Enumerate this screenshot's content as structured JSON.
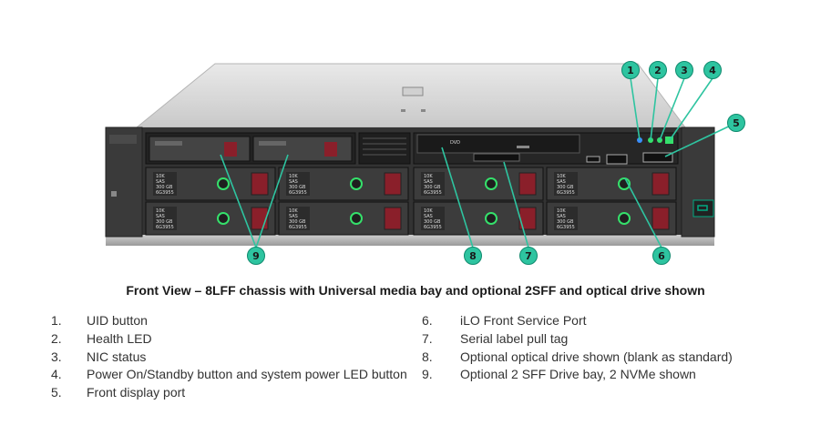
{
  "callouts": [
    {
      "id": "1"
    },
    {
      "id": "2"
    },
    {
      "id": "3"
    },
    {
      "id": "4"
    },
    {
      "id": "5"
    },
    {
      "id": "6"
    },
    {
      "id": "7"
    },
    {
      "id": "8"
    },
    {
      "id": "9"
    }
  ],
  "drive_label": {
    "l1": "10K",
    "l2": "SAS",
    "l3": "300 GB",
    "l4": "6G3955"
  },
  "optical_label": "DVD",
  "caption": "Front View – 8LFF chassis with Universal media bay and optional 2SFF and optical drive shown",
  "legend": {
    "left": [
      {
        "num": "1.",
        "text": "UID button"
      },
      {
        "num": "2.",
        "text": "Health LED"
      },
      {
        "num": "3.",
        "text": "NIC status"
      },
      {
        "num": "4.",
        "text": "Power On/Standby button and system power LED button"
      },
      {
        "num": "5.",
        "text": "Front display port"
      }
    ],
    "right": [
      {
        "num": "6.",
        "text": "iLO Front Service Port"
      },
      {
        "num": "7.",
        "text": "Serial label pull tag"
      },
      {
        "num": "8.",
        "text": "Optional optical drive shown (blank as standard)"
      },
      {
        "num": "9.",
        "text": "Optional 2 SFF Drive bay, 2 NVMe shown"
      }
    ]
  },
  "colors": {
    "accent": "#01a982",
    "callout_fill": "#2ec4a0",
    "chassis": "#2a2a2a",
    "led_blue": "#3a8dff",
    "led_green": "#35e06b"
  }
}
